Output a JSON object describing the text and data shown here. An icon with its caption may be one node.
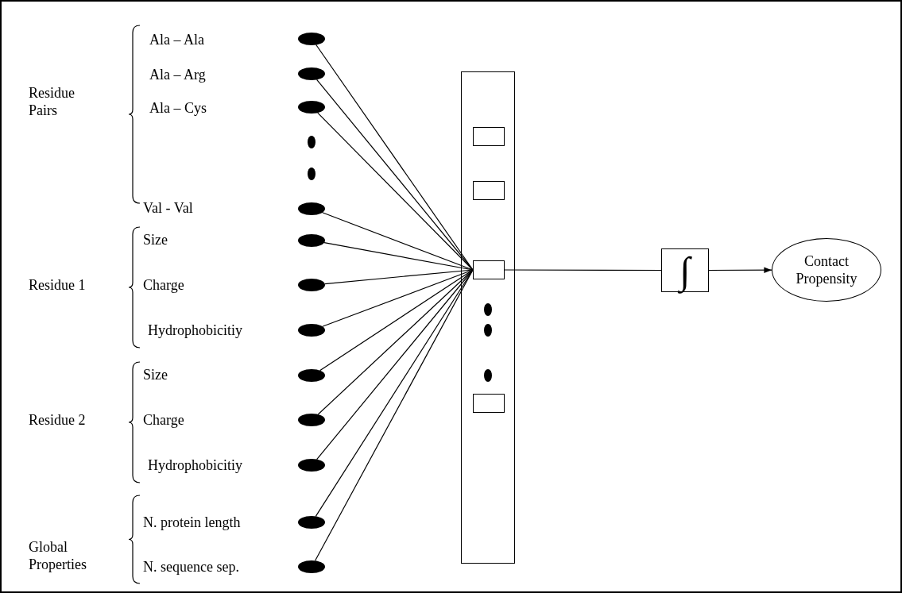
{
  "diagram": {
    "nodes": [
      {
        "text": [],
        "shape": "ellipse"
      },
      {
        "text": [],
        "shape": "ellipse"
      },
      {
        "text": [],
        "shape": "ellipse"
      },
      {
        "text": [],
        "shape": "ellipse"
      },
      {
        "text": [],
        "shape": "ellipse"
      },
      {
        "text": [],
        "shape": "ellipse"
      },
      {
        "text": [],
        "shape": "ellipse"
      },
      {
        "text": [],
        "shape": "ellipse"
      },
      {
        "text": [],
        "shape": "ellipse"
      },
      {
        "text": [],
        "shape": "ellipse"
      },
      {
        "text": [],
        "shape": "ellipse"
      },
      {
        "text": [],
        "shape": "ellipse"
      },
      {
        "text": [],
        "shape": "box"
      },
      {
        "text": [],
        "shape": "box",
        "in": 12
      },
      {
        "text": [],
        "shape": "box",
        "in": 12
      },
      {
        "text": [],
        "shape": "box",
        "in": 12
      },
      {
        "text": [],
        "shape": "box",
        "in": 12
      },
      {
        "text": [
          "∫"
        ]
      },
      {
        "text": [
          "Contact Propensity"
        ]
      }
    ],
    "edges": [
      {
        "from": 0,
        "to": 15,
        "arrow": "none"
      },
      {
        "from": 1,
        "to": 15,
        "arrow": "none"
      },
      {
        "from": 2,
        "to": 15,
        "arrow": "none"
      },
      {
        "from": 3,
        "to": 15,
        "arrow": "none"
      },
      {
        "from": 4,
        "to": 15,
        "arrow": "none"
      },
      {
        "from": 5,
        "to": 15,
        "arrow": "none"
      },
      {
        "from": 6,
        "to": 15,
        "arrow": "none"
      },
      {
        "from": 7,
        "to": 15,
        "arrow": "none"
      },
      {
        "from": 8,
        "to": 15,
        "arrow": "none"
      },
      {
        "from": 9,
        "to": 15,
        "arrow": "none"
      },
      {
        "from": 10,
        "to": 15,
        "arrow": "none"
      },
      {
        "from": 11,
        "to": 15,
        "arrow": "none"
      },
      {
        "from": 15,
        "to": 17,
        "arrow": "none"
      },
      {
        "from": 17,
        "to": 18,
        "arrow": "to"
      }
    ],
    "labels": [
      "Ala – Ala",
      "Ala – Arg",
      "Residue Pairs",
      "Ala – Cys",
      "Val - Val",
      "Size",
      "Residue 1",
      "Charge",
      "Hydrophobicitiy",
      "Size",
      "Residue 2",
      "Charge",
      "Hydrophobicitiy",
      "N. protein length",
      "Global Properties",
      "N. sequence sep."
    ]
  }
}
